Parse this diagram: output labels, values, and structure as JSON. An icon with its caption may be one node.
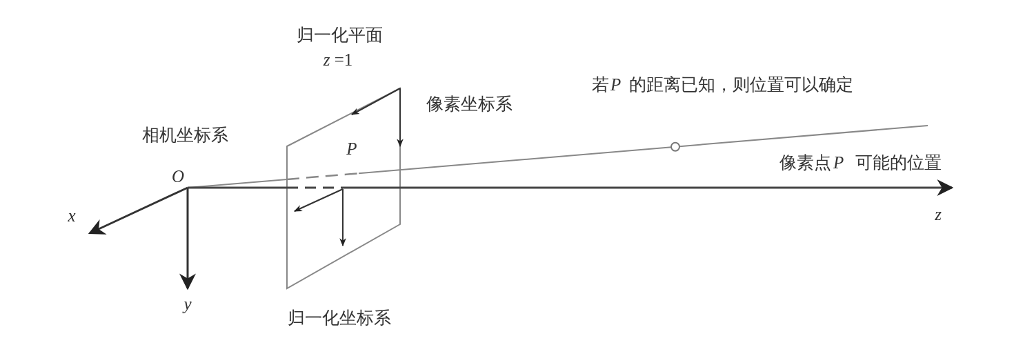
{
  "diagram": {
    "labels": [
      "归一化平面",
      "*z* =1",
      "若",
      "P",
      "的距离已知，则位置可以确定",
      "像素坐标系",
      "相机坐标系",
      "P",
      "像素点",
      "P",
      "可能的位置",
      "O",
      "x",
      "z",
      "y",
      "归一化坐标系"
    ]
  }
}
